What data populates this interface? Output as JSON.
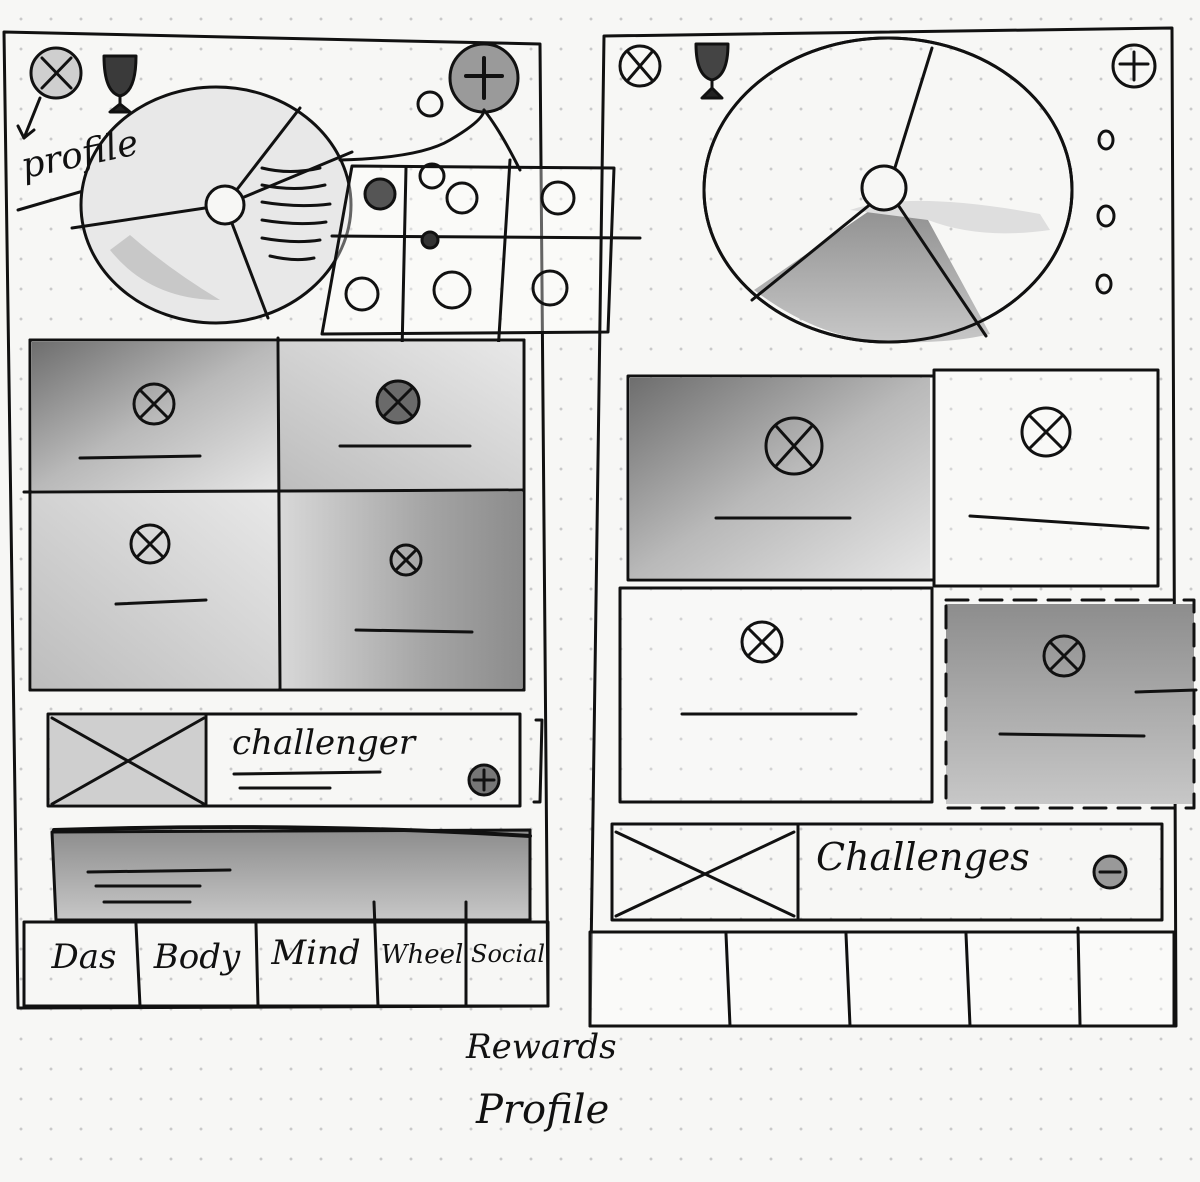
{
  "left_wireframe": {
    "profile_annotation": "profile",
    "challenge_card": {
      "title": "challenger"
    },
    "nav_tabs": [
      {
        "label": "Das"
      },
      {
        "label": "Body"
      },
      {
        "label": "Mind"
      },
      {
        "label": "Wheel"
      },
      {
        "label": "Social"
      }
    ]
  },
  "right_wireframe": {
    "challenge_card": {
      "title": "Challenges"
    }
  },
  "annotations": {
    "rewards": "Rewards",
    "profile": "Profile"
  },
  "colors": {
    "ink": "#111111",
    "wash_dark": "#8a8a8a",
    "wash_light": "#cfcfcf",
    "paper": "#f7f7f5"
  },
  "icons": [
    "profile-placeholder-icon",
    "trophy-icon",
    "plus-icon",
    "image-placeholder-icon"
  ]
}
